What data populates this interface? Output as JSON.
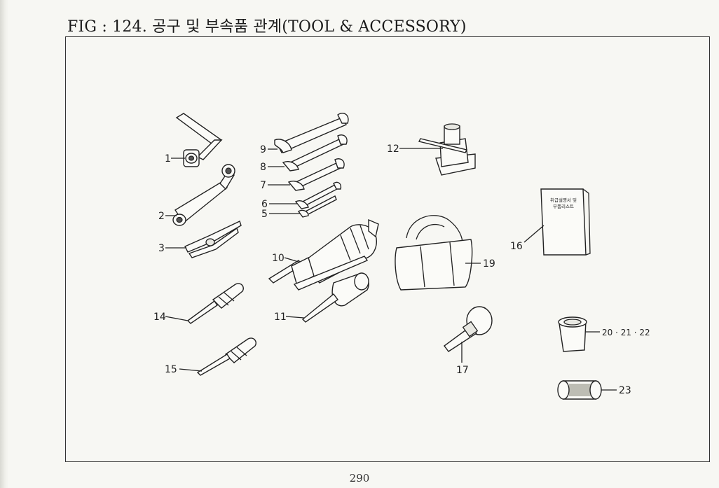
{
  "figure": {
    "title": "FIG : 124. 공구 및 부속품 관계(TOOL & ACCESSORY)"
  },
  "page": {
    "number": "290"
  },
  "booklet": {
    "line1": "취급설명서 및",
    "line2": "부품리스트"
  },
  "callouts": [
    {
      "id": "c1",
      "label": "1"
    },
    {
      "id": "c2",
      "label": "2"
    },
    {
      "id": "c3",
      "label": "3"
    },
    {
      "id": "c5",
      "label": "5"
    },
    {
      "id": "c6",
      "label": "6"
    },
    {
      "id": "c7",
      "label": "7"
    },
    {
      "id": "c8",
      "label": "8"
    },
    {
      "id": "c9",
      "label": "9"
    },
    {
      "id": "c10",
      "label": "10"
    },
    {
      "id": "c11",
      "label": "11"
    },
    {
      "id": "c12",
      "label": "12"
    },
    {
      "id": "c14",
      "label": "14"
    },
    {
      "id": "c15",
      "label": "15"
    },
    {
      "id": "c16",
      "label": "16"
    },
    {
      "id": "c17",
      "label": "17"
    },
    {
      "id": "c19",
      "label": "19"
    },
    {
      "id": "c20",
      "label": "20 · 21 · 22"
    },
    {
      "id": "c23",
      "label": "23"
    }
  ]
}
